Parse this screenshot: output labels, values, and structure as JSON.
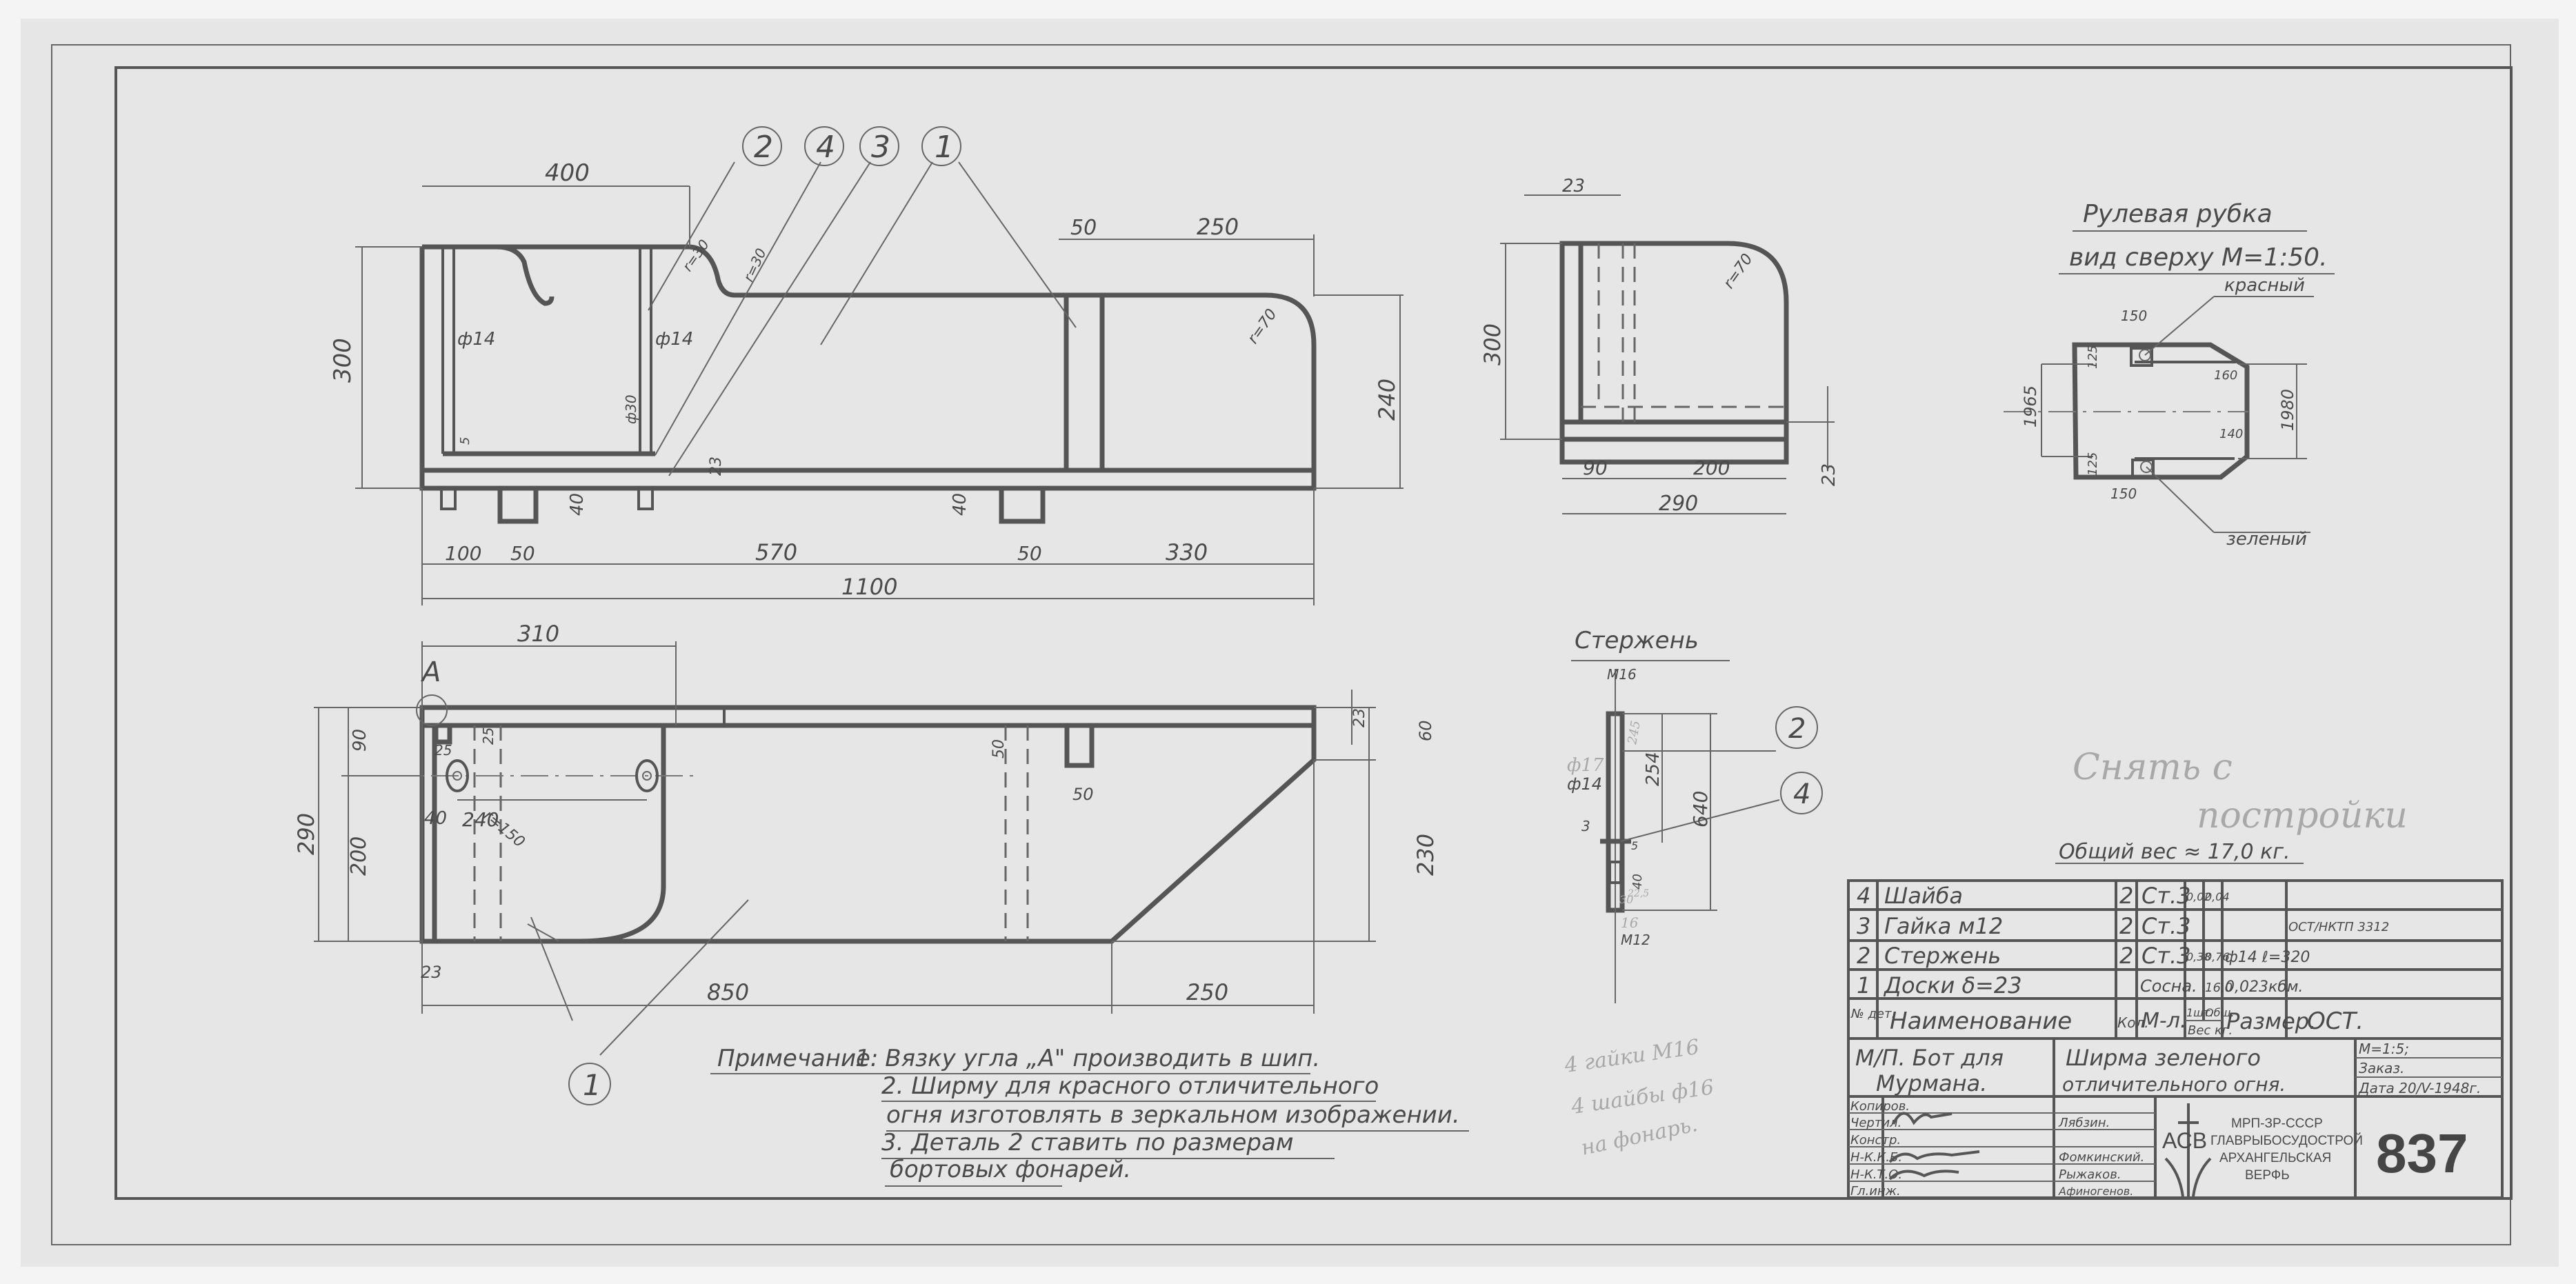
{
  "drawing": {
    "number": "837",
    "title_line1": "Ширма зеленого",
    "title_line2": "отличительного огня.",
    "vessel_line1": "М/П. Бот для",
    "vessel_line2": "Мурмана.",
    "scale": "М=1:5;",
    "order": "Заказ.",
    "date": "Дата 20/V-1948г."
  },
  "organization": {
    "logo": "АСВ",
    "line1": "МРП-ЗР-СССР",
    "line2": "ГЛАВРЫБОСУДОСТРОЙ",
    "line3": "АРХАНГЕЛЬСКАЯ",
    "line4": "ВЕРФЬ"
  },
  "signatures": {
    "roles": [
      "Копиров.",
      "Чертил.",
      "Констр.",
      "Н-К.К.Б.",
      "Н-К.Т.О.",
      "Гл.инж."
    ],
    "names": [
      "",
      "Лябзин.",
      "",
      "Фомкинский.",
      "Рыжаков.",
      "Афиногенов."
    ]
  },
  "parts_list": {
    "headers": {
      "no": "№ дет.",
      "name": "Наименование",
      "qty": "Кол.",
      "material": "М-л.",
      "weight_one": "1шт.",
      "weight_total": "Общ.",
      "weight": "Вес кг.",
      "size": "Размер.",
      "standard": "ОСТ."
    },
    "rows": [
      {
        "no": "4",
        "name": "Шайба",
        "qty": "2",
        "material": "Ст.3",
        "w1": "0,02",
        "wt": "0,04",
        "size": "",
        "std": ""
      },
      {
        "no": "3",
        "name": "Гайка м12",
        "qty": "2",
        "material": "Ст.3",
        "w1": "",
        "wt": "",
        "size": "",
        "std": "ОСТ/НКТП 3312"
      },
      {
        "no": "2",
        "name": "Стержень",
        "qty": "2",
        "material": "Ст.3",
        "w1": "0,38",
        "wt": "0,76",
        "size": "ф14 ℓ=320",
        "std": ""
      },
      {
        "no": "1",
        "name": "Доски δ=23",
        "qty": "",
        "material": "Сосна.",
        "w1": "",
        "wt": "16,0",
        "size": "0,023кбм.",
        "std": ""
      }
    ],
    "total_weight": "Общий вес ≈ 17,0 кг."
  },
  "notes": {
    "label": "Примечание:",
    "lines": [
      "1. Вязку угла „А\" производить в шип.",
      "2. Ширму для красного отличительного",
      "огня изготовлять в зеркальном изображении.",
      "3. Деталь 2 ставить по размерам",
      "бортовых фонарей."
    ]
  },
  "pencil_notes": {
    "nuts": [
      "4 гайки М16",
      "4 шайбы ф16",
      "на фонарь."
    ],
    "remove": [
      "Снять с",
      "постройки"
    ]
  },
  "views": {
    "front": {
      "callouts": [
        "2",
        "4",
        "3",
        "1"
      ],
      "dims": {
        "d400": "400",
        "d300": "300",
        "d240": "240",
        "d50": "50",
        "d250": "250",
        "r70": "r=70",
        "r30a": "r=30",
        "r30b": "r=30",
        "phi14a": "ф14",
        "phi14b": "ф14",
        "phi30": "ф30",
        "d5": "5",
        "d23": "23",
        "d40a": "40",
        "d40b": "40",
        "d100": "100",
        "d50a": "50",
        "d570": "570",
        "d50b": "50",
        "d330": "330",
        "d1100": "1100"
      }
    },
    "side": {
      "dims": {
        "d23top": "23",
        "d300": "300",
        "r70": "r=70",
        "d23": "23",
        "d90": "90",
        "d200": "200",
        "d290": "290"
      }
    },
    "plan": {
      "corner_label": "А",
      "callout": "1",
      "dims": {
        "d310": "310",
        "d90": "90",
        "d290": "290",
        "d200": "200",
        "d25a": "25",
        "d25b": "25",
        "d40": "40",
        "d240": "240",
        "r150": "r=150",
        "d23": "23",
        "d850": "850",
        "d250": "250",
        "d50a": "50",
        "d50b": "50",
        "d23r": "23",
        "d60": "60",
        "d230": "230"
      }
    },
    "rod": {
      "title": "Стержень",
      "callouts": [
        "2",
        "4"
      ],
      "dims": {
        "m16": "М16",
        "phi17": "ф17",
        "phi14": "ф14",
        "d254": "254",
        "d640": "640",
        "d3": "3",
        "d5": "5",
        "d40": "40",
        "d16": "16",
        "m12": "М12",
        "d245": "245",
        "d30": "30",
        "d225": "22,5"
      }
    },
    "wheelhouse": {
      "title_line1": "Рулевая рубка",
      "title_line2": "вид сверху М=1:50.",
      "label_red": "красный",
      "label_green": "зеленый",
      "dims": {
        "d150a": "150",
        "d125a": "125",
        "d160": "160",
        "d1965": "1965",
        "d1980": "1980",
        "d140": "140",
        "d125b": "125",
        "d150b": "150"
      }
    }
  }
}
